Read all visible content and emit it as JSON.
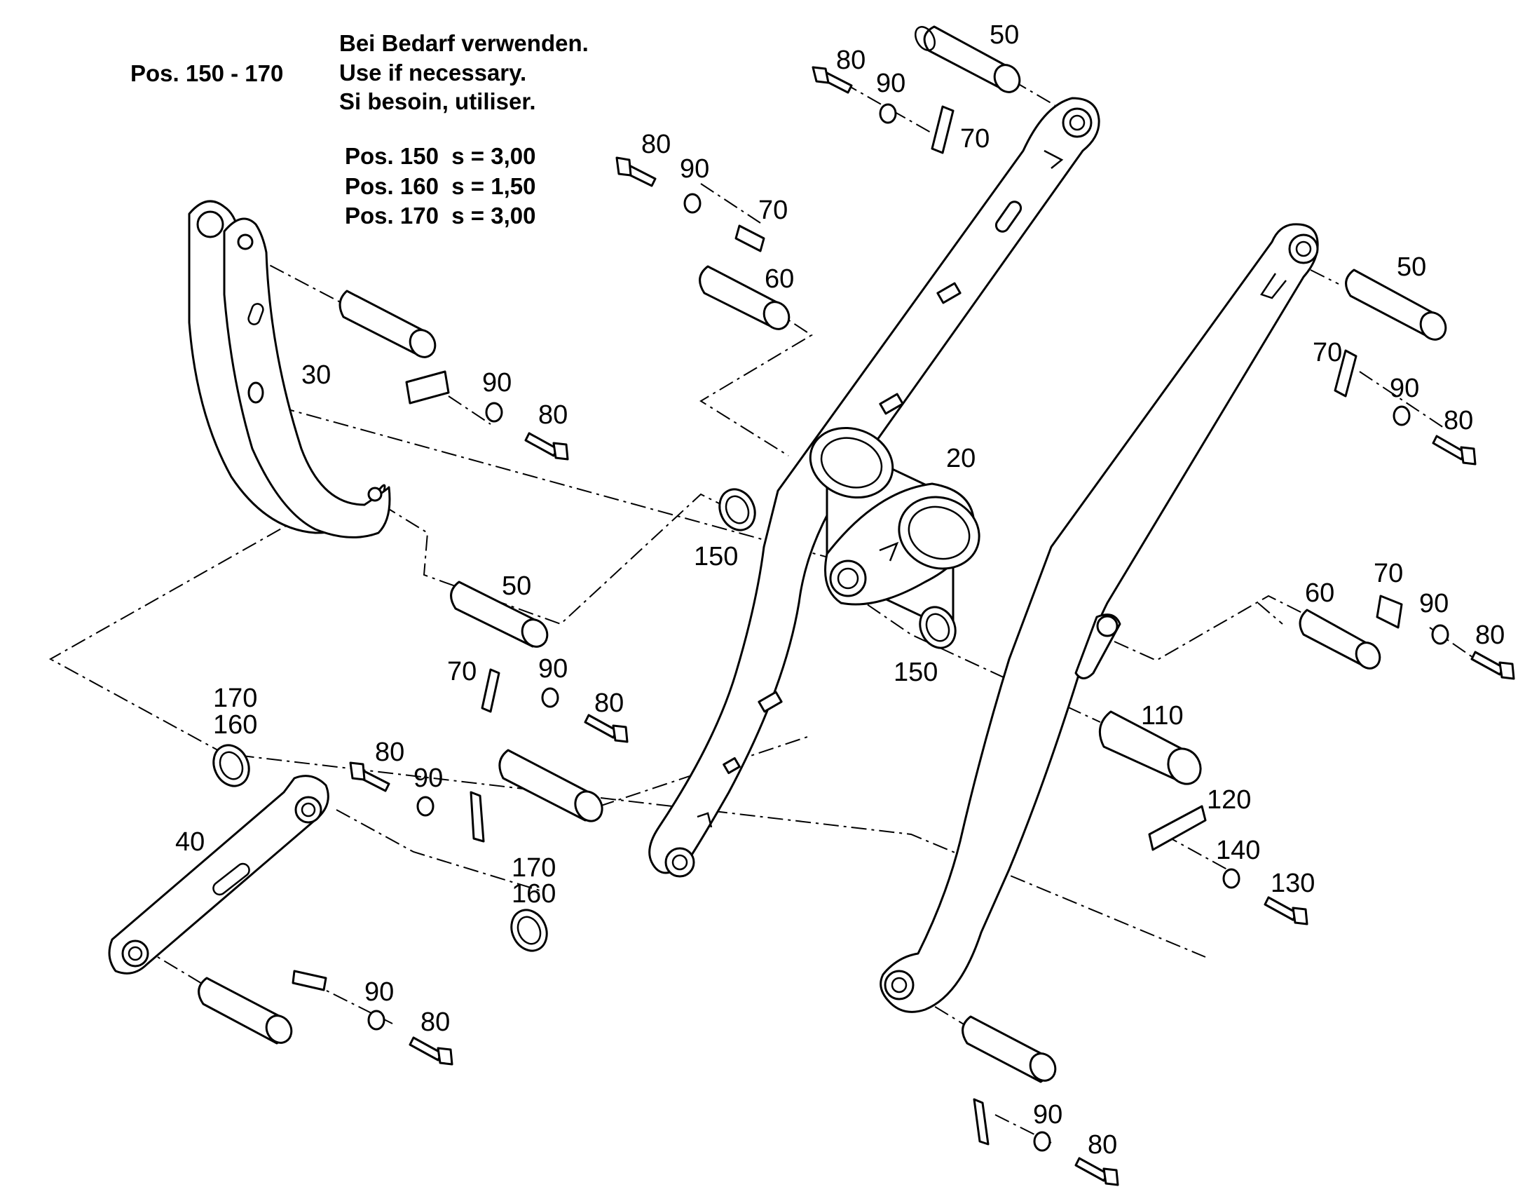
{
  "notes": {
    "range": "Pos. 150 - 170",
    "line_de": "Bei Bedarf verwenden.",
    "line_en": "Use if necessary.",
    "line_fr": "Si besoin, utiliser.",
    "pos150": "Pos. 150  s = 3,00",
    "pos160": "Pos. 160  s = 1,50",
    "pos170": "Pos. 170  s = 3,00"
  },
  "labels": {
    "top_50": "50",
    "top_80": "80",
    "top_90": "90",
    "top_70": "70",
    "mid_80": "80",
    "mid_90": "90",
    "mid_70": "70",
    "mid_60": "60",
    "b30": "30",
    "b30_90": "90",
    "b30_80": "80",
    "r50": "50",
    "r70": "70",
    "r90": "90",
    "r80": "80",
    "c20": "20",
    "c150a": "150",
    "c150b": "150",
    "l50": "50",
    "l70": "70",
    "l90": "90",
    "l80": "80",
    "rr70": "70",
    "rr60": "60",
    "rr90": "90",
    "rr80": "80",
    "c110": "110",
    "c120": "120",
    "c140": "140",
    "c130": "130",
    "s170a": "170",
    "s160a": "160",
    "s170b": "170",
    "s160b": "160",
    "l40": "40",
    "lb80": "80",
    "lb90": "90",
    "ll90": "90",
    "ll80": "80",
    "br90": "90",
    "br80": "80"
  }
}
